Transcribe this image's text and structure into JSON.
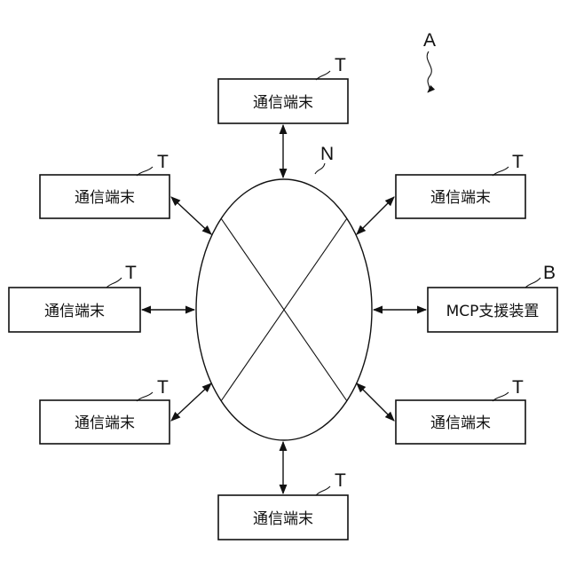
{
  "diagram": {
    "figure_ref": "A",
    "network_ref": "N",
    "terminal_ref": "T",
    "device_ref": "B",
    "terminal_label": "通信端末",
    "device_label": "MCP支援装置",
    "terminal_count": 7
  },
  "colors": {
    "stroke": "#111111",
    "background": "#ffffff"
  }
}
